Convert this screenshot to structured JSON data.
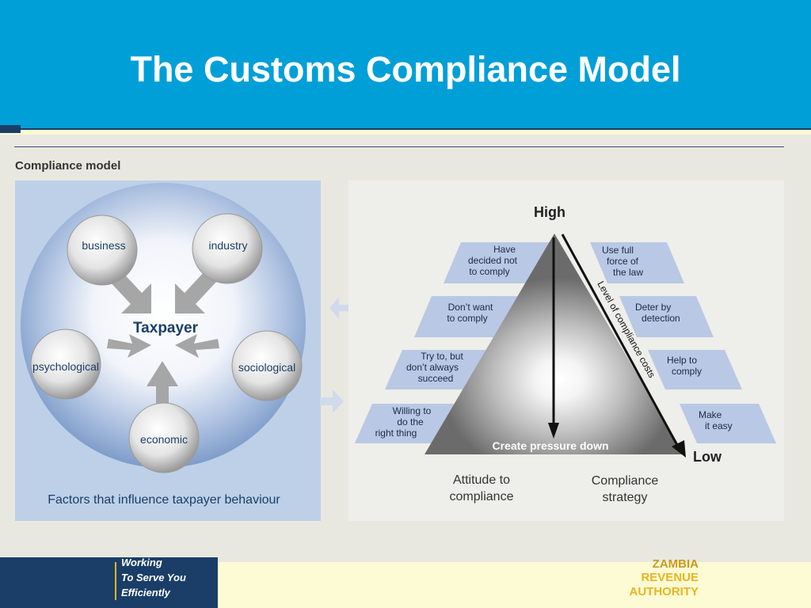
{
  "slide": {
    "title": "The Customs Compliance Model"
  },
  "figure": {
    "title": "Compliance model",
    "left": {
      "center_label": "Taxpayer",
      "factors": [
        "business",
        "industry",
        "psychological",
        "sociological",
        "economic"
      ],
      "caption": "Factors that influence taxpayer behaviour"
    },
    "right": {
      "top_label": "High",
      "bottom_label": "Low",
      "axis_label": "Level of compliance costs",
      "base_label": "Create pressure down",
      "attitudes": [
        [
          "Have",
          "decided not",
          "to comply"
        ],
        [
          "Don’t want",
          "to comply"
        ],
        [
          "Try to, but",
          "don’t always",
          "succeed"
        ],
        [
          "Willing to",
          "do the",
          "right thing"
        ]
      ],
      "strategies": [
        [
          "Use full",
          "force of",
          "the law"
        ],
        [
          "Deter by",
          "detection"
        ],
        [
          "Help to",
          "comply"
        ],
        [
          "Make",
          "it easy"
        ]
      ],
      "column_left": [
        "Attitude to",
        "compliance"
      ],
      "column_right": [
        "Compliance",
        "strategy"
      ]
    }
  },
  "footer": {
    "logo_lines": [
      "ZAMBIA",
      "REVENUE",
      "AUTHORITY"
    ],
    "slogan_lines": [
      "Working",
      "To Serve You",
      "Efficiently"
    ]
  },
  "colors": {
    "header": "#009fd7",
    "navy": "#1a3e68",
    "gold": "#e8b422",
    "label_box": "#b9c8e4",
    "triangle": "#6b6b6b"
  }
}
